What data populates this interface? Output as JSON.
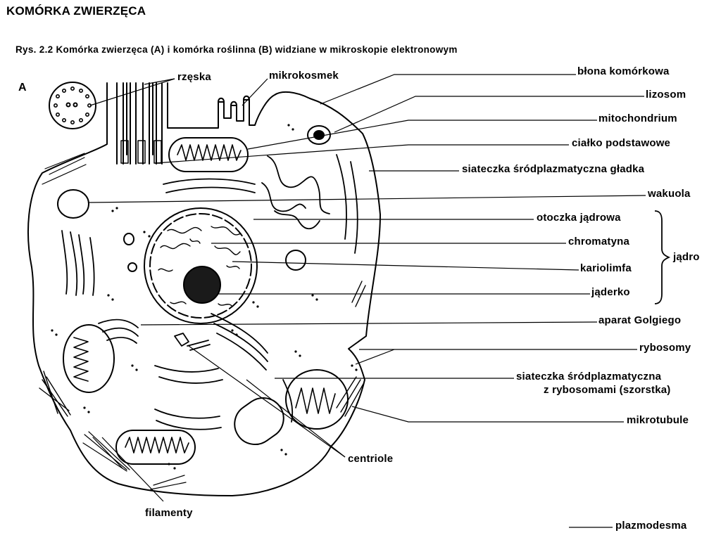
{
  "page": {
    "heading": "KOMÓRKA ZWIERZĘCA",
    "caption": "Rys. 2.2 Komórka zwierzęca (A) i komórka roślinna (B) widziane w mikroskopie elektronowym",
    "panel_letter": "A"
  },
  "labels": {
    "rzeska": "rzęska",
    "mikrokosmek": "mikrokosmek",
    "blona_komorkowa": "błona komórkowa",
    "lizosom": "lizosom",
    "mitochondrium": "mitochondrium",
    "cialko_podstawowe": "ciałko podstawowe",
    "siateczka_gladka": "siateczka śródplazmatyczna gładka",
    "wakuola": "wakuola",
    "otoczka_jadrowa": "otoczka jądrowa",
    "chromatyna": "chromatyna",
    "kariolimfa": "kariolimfa",
    "jaderko": "jąderko",
    "jadro": "jądro",
    "aparat_golgiego": "aparat Golgiego",
    "rybosomy": "rybosomy",
    "siateczka_szorstka_1": "siateczka śródplazmatyczna",
    "siateczka_szorstka_2": "z rybosomami (szorstka)",
    "mikrotubule": "mikrotubule",
    "centriole": "centriole",
    "filamenty": "filamenty",
    "plazmodesma": "plazmodesma"
  }
}
